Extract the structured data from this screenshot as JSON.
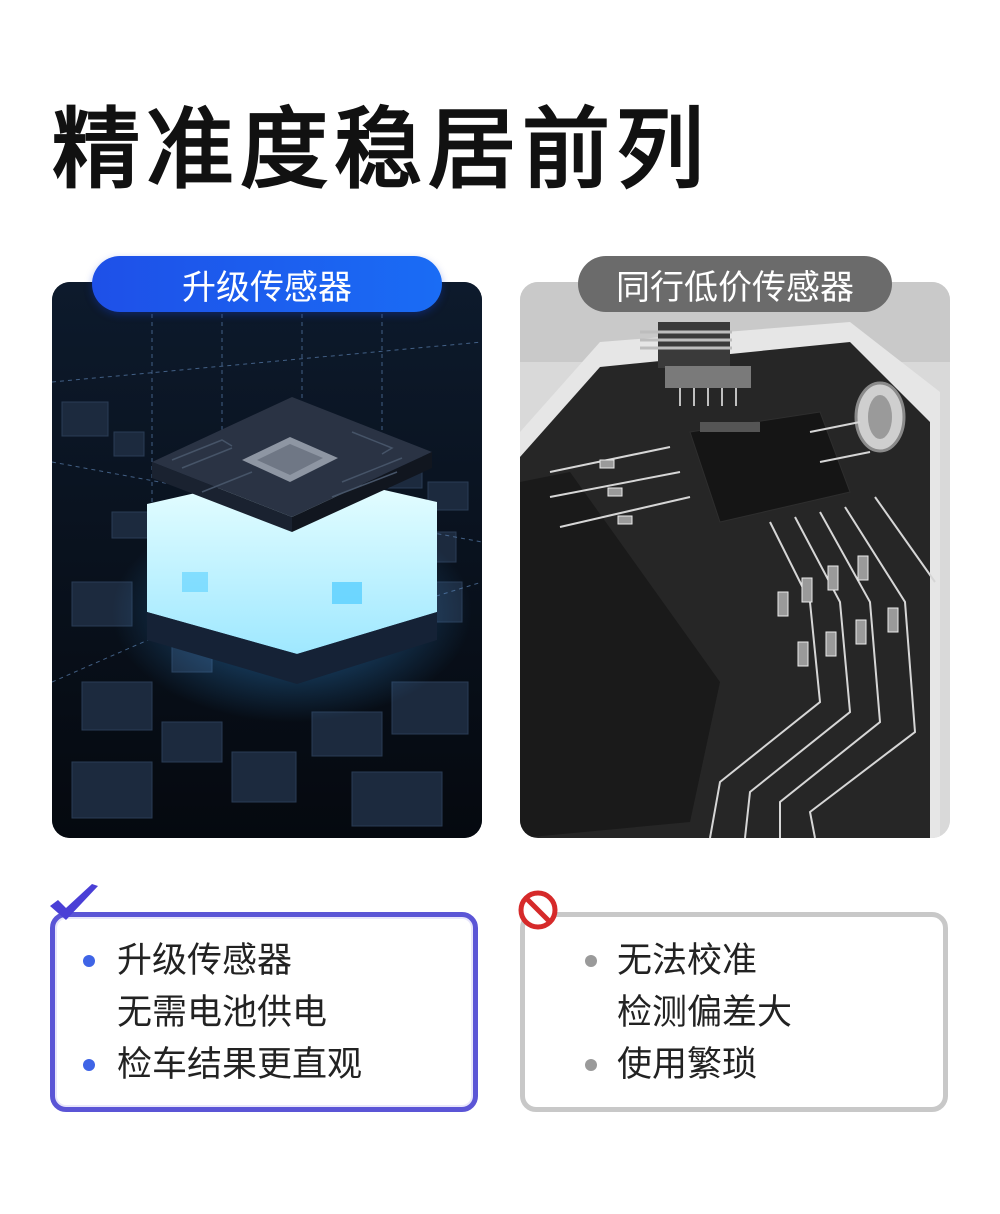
{
  "heading": "精准度稳居前列",
  "left": {
    "badge": "升级传感器",
    "points": [
      {
        "bullet": true,
        "text": "升级传感器"
      },
      {
        "bullet": false,
        "text": "无需电池供电"
      },
      {
        "bullet": true,
        "text": "检车结果更直观"
      }
    ]
  },
  "right": {
    "badge": "同行低价传感器",
    "points": [
      {
        "bullet": true,
        "text": "无法校准"
      },
      {
        "bullet": false,
        "text": "检测偏差大"
      },
      {
        "bullet": true,
        "text": "使用繁琐"
      }
    ]
  },
  "icons": {
    "left_mark": "checkmark-icon",
    "right_mark": "prohibited-icon"
  },
  "colors": {
    "accent_blue": "#1e50e8",
    "purple_border": "#5b55d6",
    "grey_badge": "#6b6b6b",
    "grey_border": "#c8c8c8"
  }
}
